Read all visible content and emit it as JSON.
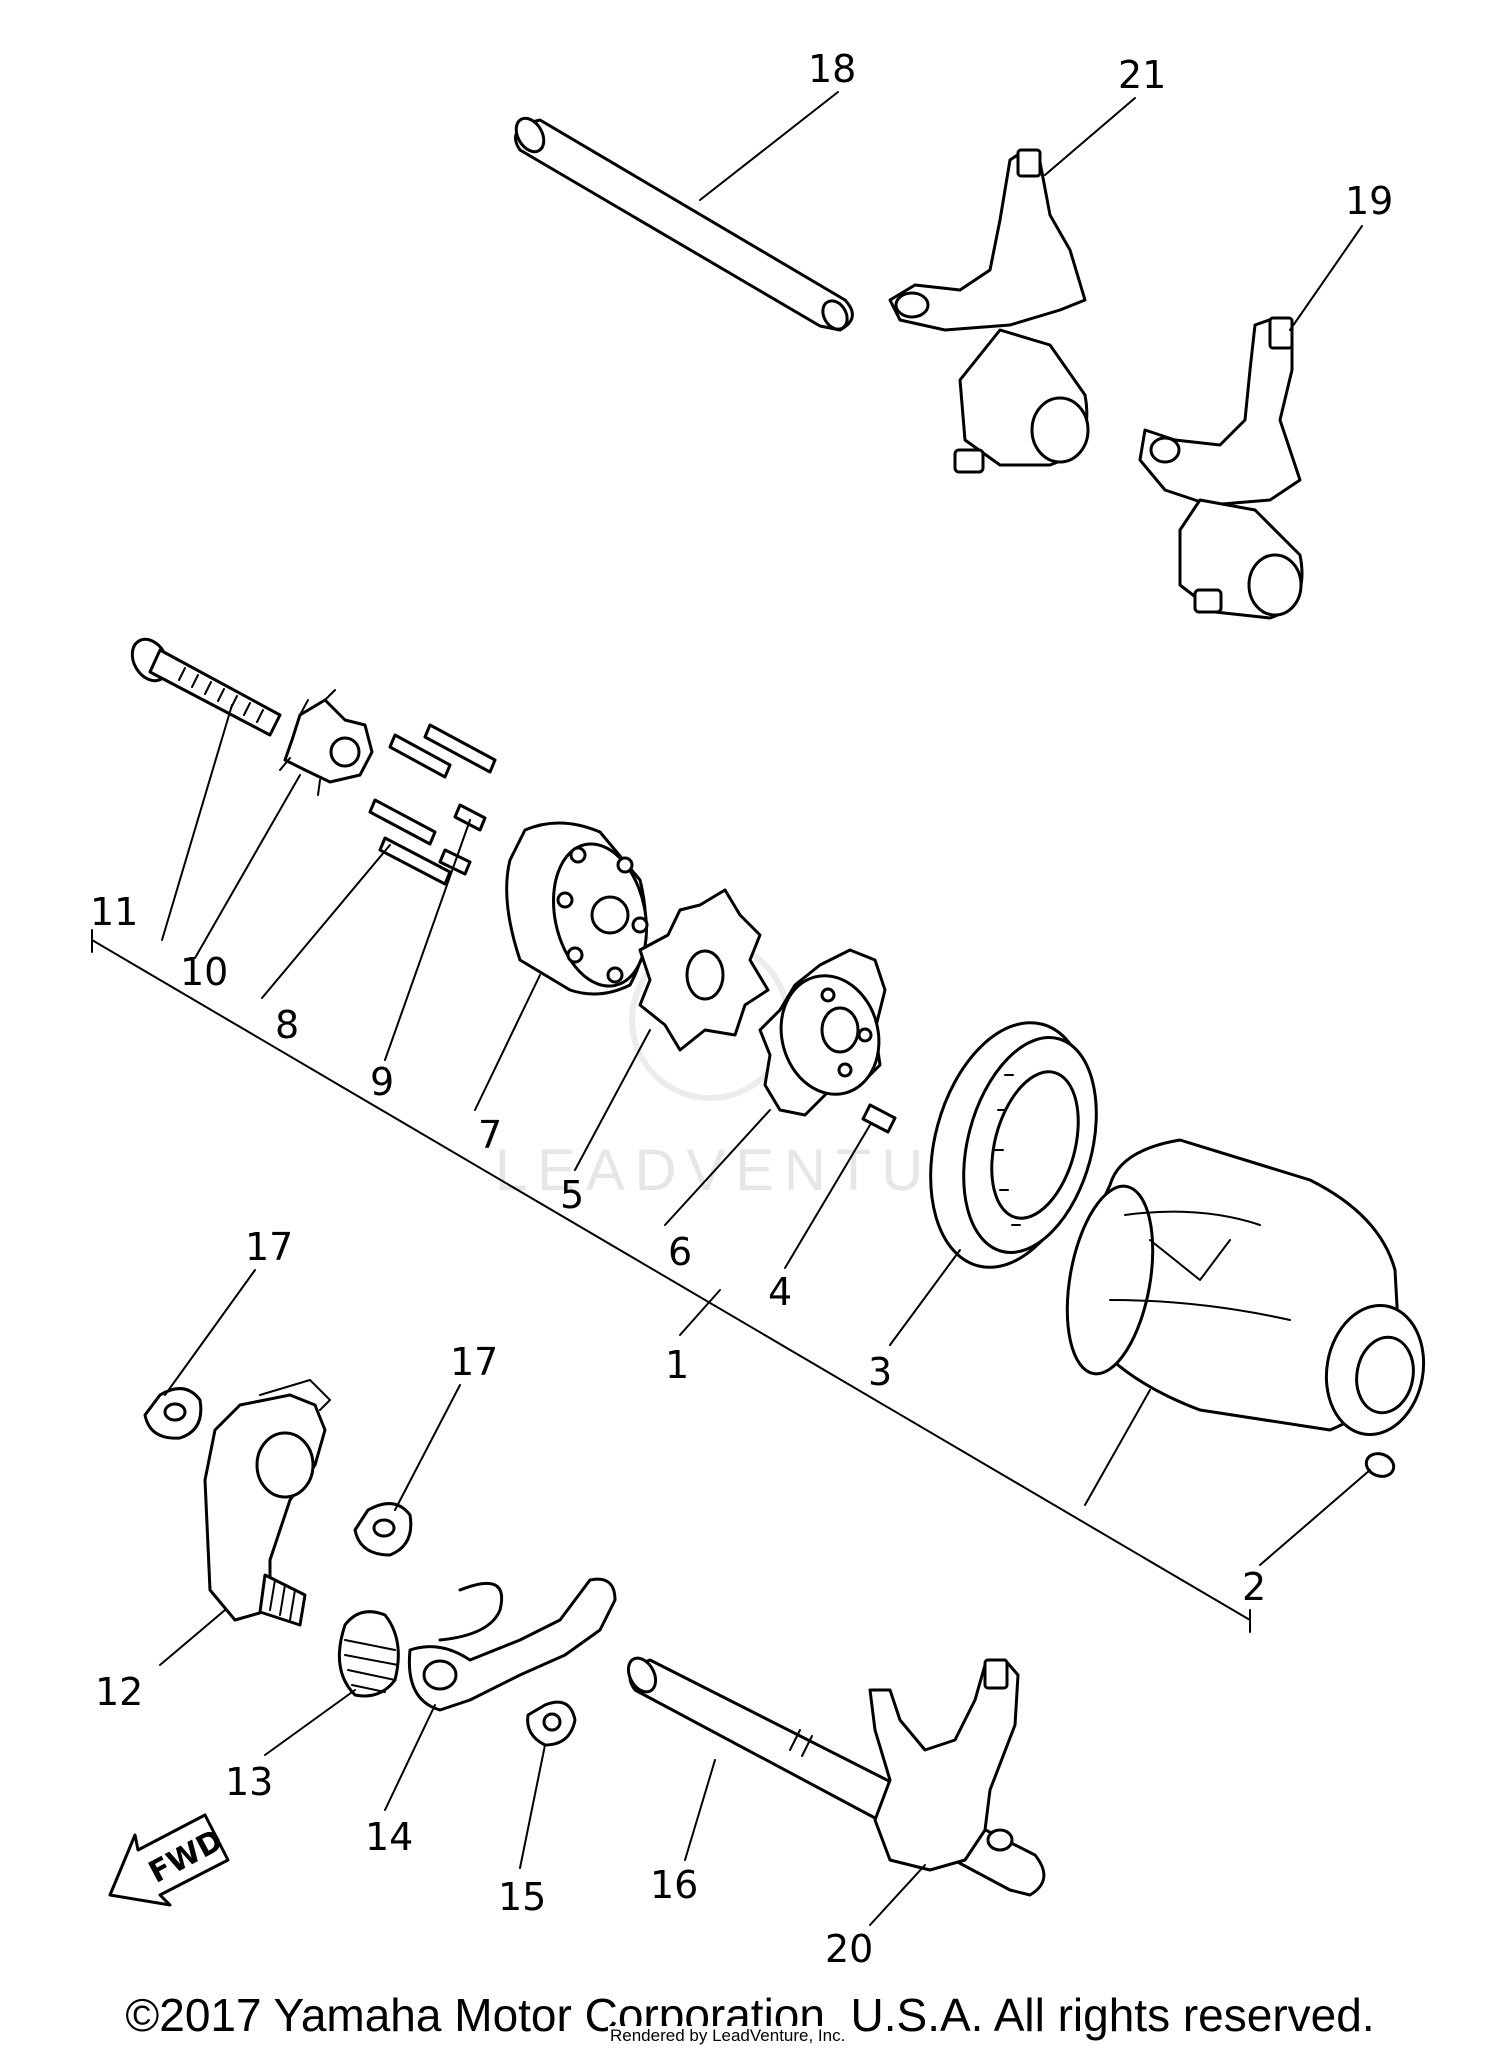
{
  "watermark": "LEADVENTURE",
  "fwd_label": "FWD",
  "callouts": {
    "c1": "1",
    "c2": "2",
    "c3": "3",
    "c4": "4",
    "c5": "5",
    "c6": "6",
    "c7": "7",
    "c8": "8",
    "c9": "9",
    "c10": "10",
    "c11": "11",
    "c12": "12",
    "c13": "13",
    "c14": "14",
    "c15": "15",
    "c16": "16",
    "c17a": "17",
    "c17b": "17",
    "c18": "18",
    "c19": "19",
    "c20": "20",
    "c21": "21"
  },
  "copyright": "©2017 Yamaha Motor Corporation, U.S.A. All rights reserved.",
  "rendered_by": "Rendered by LeadVenture, Inc."
}
